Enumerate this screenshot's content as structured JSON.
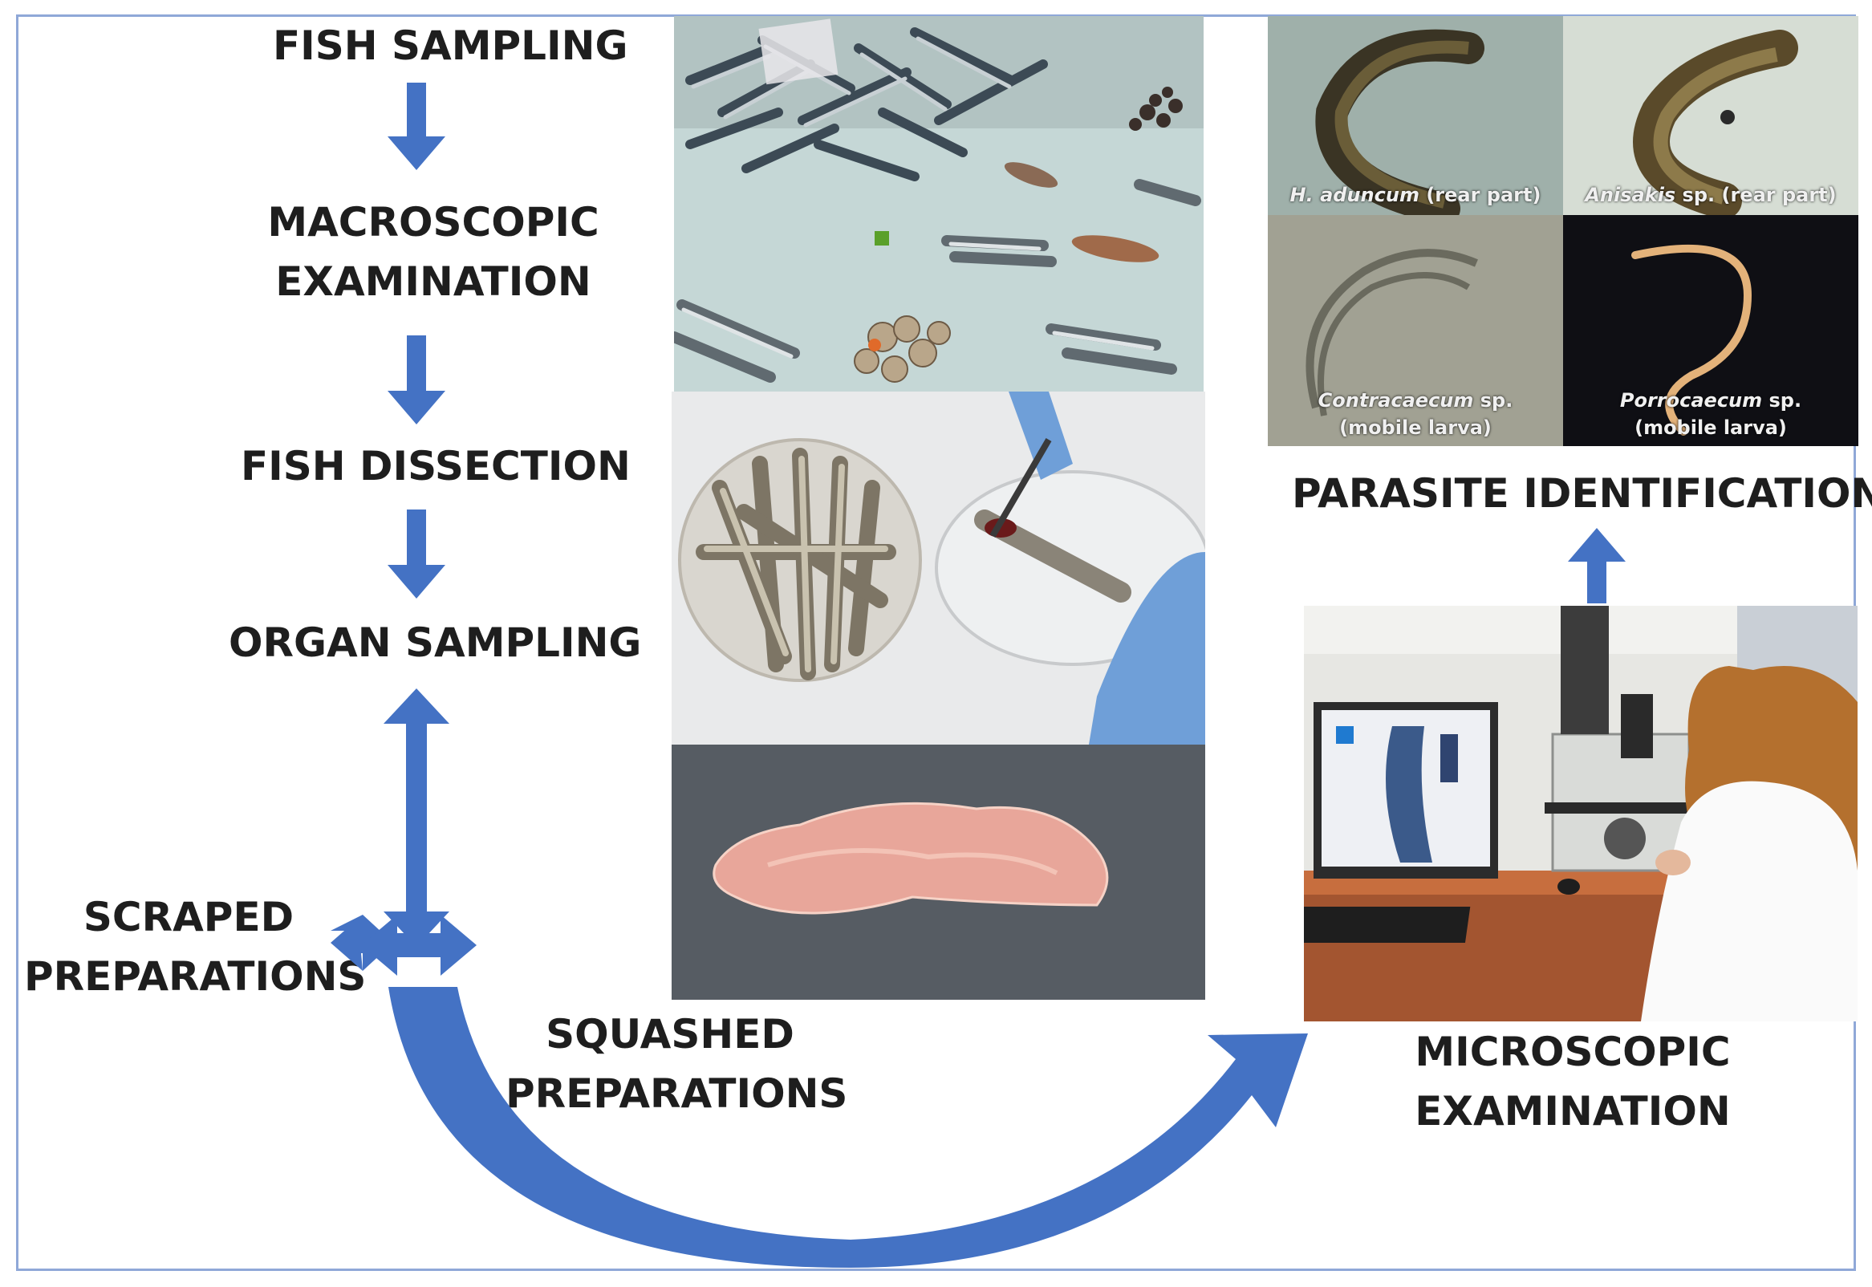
{
  "steps": {
    "fish_sampling": "FISH SAMPLING",
    "macroscopic_1": "MACROSCOPIC",
    "macroscopic_2": "EXAMINATION",
    "fish_dissection": "FISH DISSECTION",
    "organ_sampling": "ORGAN SAMPLING",
    "scraped_1": "SCRAPED",
    "scraped_2": "PREPARATIONS",
    "squashed_1": "SQUASHED",
    "squashed_2": "PREPARATIONS",
    "microscopic_1": "MICROSCOPIC",
    "microscopic_2": "EXAMINATION",
    "parasite_identification": "PARASITE IDENTIFICATION"
  },
  "parasites": [
    {
      "name": "H. aduncum",
      "suffix": " (rear part)"
    },
    {
      "name": "Anisakis",
      "suffix": " sp. (rear part)"
    },
    {
      "name": "Contracaecum",
      "suffix": " sp.",
      "line2": "(mobile larva)"
    },
    {
      "name": "Porrocaecum",
      "suffix": " sp.",
      "line2": "(mobile larva)"
    }
  ],
  "colors": {
    "arrow": "#4472c4",
    "frame": "#8fa8d8",
    "text": "#1e1e1e"
  }
}
